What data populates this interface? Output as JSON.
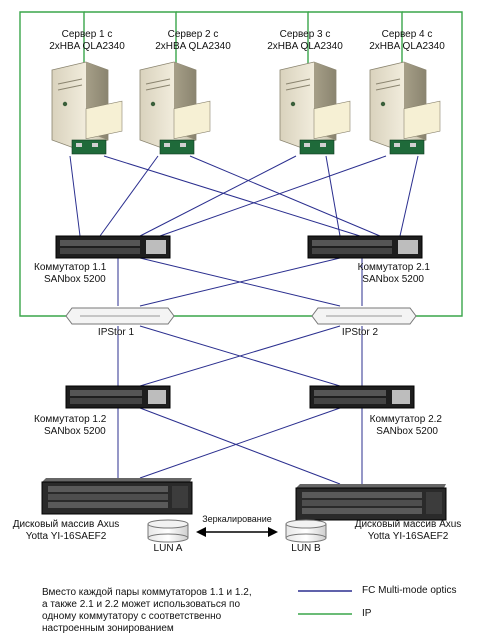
{
  "servers": [
    {
      "line1": "Сервер 1 с",
      "line2": "2xHBA QLA2340"
    },
    {
      "line1": "Сервер 2 с",
      "line2": "2xHBA QLA2340"
    },
    {
      "line1": "Сервер 3 с",
      "line2": "2xHBA QLA2340"
    },
    {
      "line1": "Сервер 4 с",
      "line2": "2xHBA QLA2340"
    }
  ],
  "switches": [
    {
      "line1": "Коммутатор 1.1",
      "line2": "SANbox 5200"
    },
    {
      "line1": "Коммутатор 2.1",
      "line2": "SANbox 5200"
    },
    {
      "line1": "Коммутатор 1.2",
      "line2": "SANbox 5200"
    },
    {
      "line1": "Коммутатор 2.2",
      "line2": "SANbox 5200"
    }
  ],
  "ipstor": [
    "IPStor 1",
    "IPStor 2"
  ],
  "arrays": [
    {
      "line1": "Дисковый массив Axus",
      "line2": "Yotta YI-16SAEF2"
    },
    {
      "line1": "Дисковый массив Axus",
      "line2": "Yotta YI-16SAEF2"
    }
  ],
  "luns": [
    "LUN A",
    "LUN B"
  ],
  "mirror_label": "Зеркалирование",
  "footnote": "Вместо каждой пары коммутаторов 1.1 и 1.2, а также 2.1 и 2.2 может использоваться по одному коммутатору с соответственно настроенным зонированием",
  "legend": [
    {
      "label": "FC Multi-mode optics",
      "color": "#2b2f8f"
    },
    {
      "label": "IP",
      "color": "#3aa64a"
    }
  ],
  "colors": {
    "fc": "#2b2f8f",
    "ip": "#3aa64a"
  }
}
